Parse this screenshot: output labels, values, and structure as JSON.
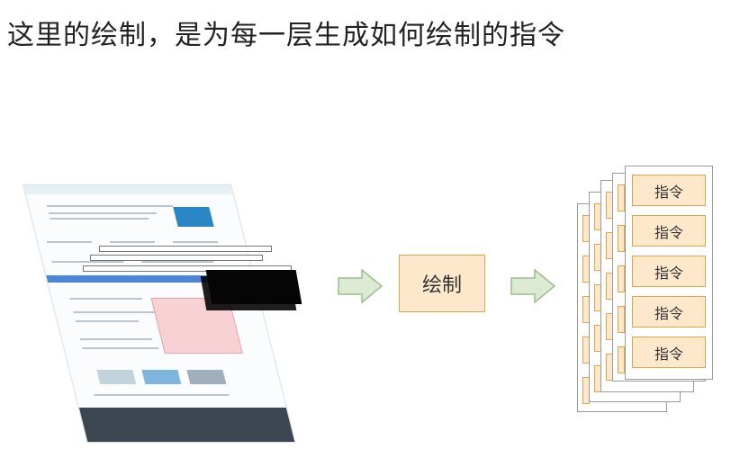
{
  "title": "这里的绘制，是为每一层生成如何绘制的指令",
  "diagram": {
    "process_label": "绘制",
    "instruction_label": "指令",
    "instructions": [
      "指令",
      "指令",
      "指令",
      "指令",
      "指令"
    ]
  },
  "colors": {
    "box_fill": "#fde8cc",
    "box_border": "#e2a54b",
    "arrow_fill": "#dbead0",
    "arrow_stroke": "#9cbf8e"
  }
}
